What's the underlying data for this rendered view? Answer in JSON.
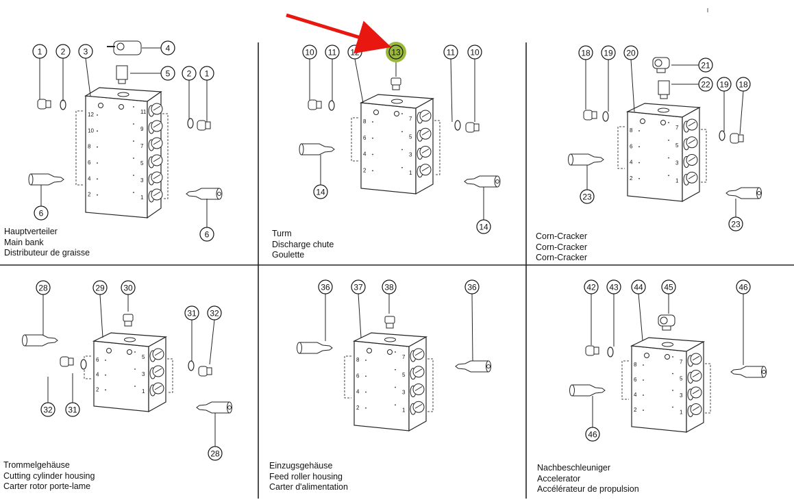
{
  "title": "Grease distributor blocks - exploded parts view",
  "highlight": {
    "callout": "13",
    "color": "#9ab83a",
    "arrow_color": "#e8170f"
  },
  "panels": [
    {
      "id": "main-bank",
      "caption": [
        "Hauptverteiler",
        "Main bank",
        "Distributeur de graisse"
      ],
      "left_ports": [
        "12",
        "10",
        "8",
        "6",
        "4",
        "2"
      ],
      "right_ports": [
        "11",
        "9",
        "7",
        "5",
        "3",
        "1"
      ],
      "callouts": [
        "1",
        "2",
        "3",
        "4",
        "5",
        "2",
        "1",
        "6",
        "6"
      ]
    },
    {
      "id": "discharge-chute",
      "caption": [
        "Turm",
        "Discharge chute",
        "Goulette"
      ],
      "left_ports": [
        "8",
        "6",
        "4",
        "2"
      ],
      "right_ports": [
        "7",
        "5",
        "3",
        "1"
      ],
      "callouts": [
        "10",
        "11",
        "12",
        "13",
        "11",
        "10",
        "14",
        "14"
      ]
    },
    {
      "id": "corn-cracker",
      "caption": [
        "Corn-Cracker",
        "Corn-Cracker",
        "Corn-Cracker"
      ],
      "left_ports": [
        "8",
        "6",
        "4",
        "2"
      ],
      "right_ports": [
        "7",
        "5",
        "3",
        "1"
      ],
      "callouts": [
        "18",
        "19",
        "20",
        "21",
        "22",
        "19",
        "18",
        "23",
        "23"
      ]
    },
    {
      "id": "cutting-cylinder-housing",
      "caption": [
        "Trommelgehäuse",
        "Cutting cylinder housing",
        "Carter rotor porte-lame"
      ],
      "left_ports": [
        "6",
        "4",
        "2"
      ],
      "right_ports": [
        "5",
        "3",
        "1"
      ],
      "callouts": [
        "28",
        "29",
        "30",
        "31",
        "32",
        "32",
        "31",
        "28"
      ]
    },
    {
      "id": "feed-roller-housing",
      "caption": [
        "Einzugsgehäuse",
        "Feed roller housing",
        "Carter d'alimentation"
      ],
      "left_ports": [
        "8",
        "6",
        "4",
        "2"
      ],
      "right_ports": [
        "7",
        "5",
        "3",
        "1"
      ],
      "callouts": [
        "36",
        "37",
        "38",
        "36"
      ]
    },
    {
      "id": "accelerator",
      "caption": [
        "Nachbeschleuniger",
        "Accelerator",
        "Accélérateur de propulsion"
      ],
      "left_ports": [
        "8",
        "6",
        "4",
        "2"
      ],
      "right_ports": [
        "7",
        "5",
        "3",
        "1"
      ],
      "callouts": [
        "42",
        "43",
        "44",
        "45",
        "46",
        "46"
      ]
    }
  ]
}
